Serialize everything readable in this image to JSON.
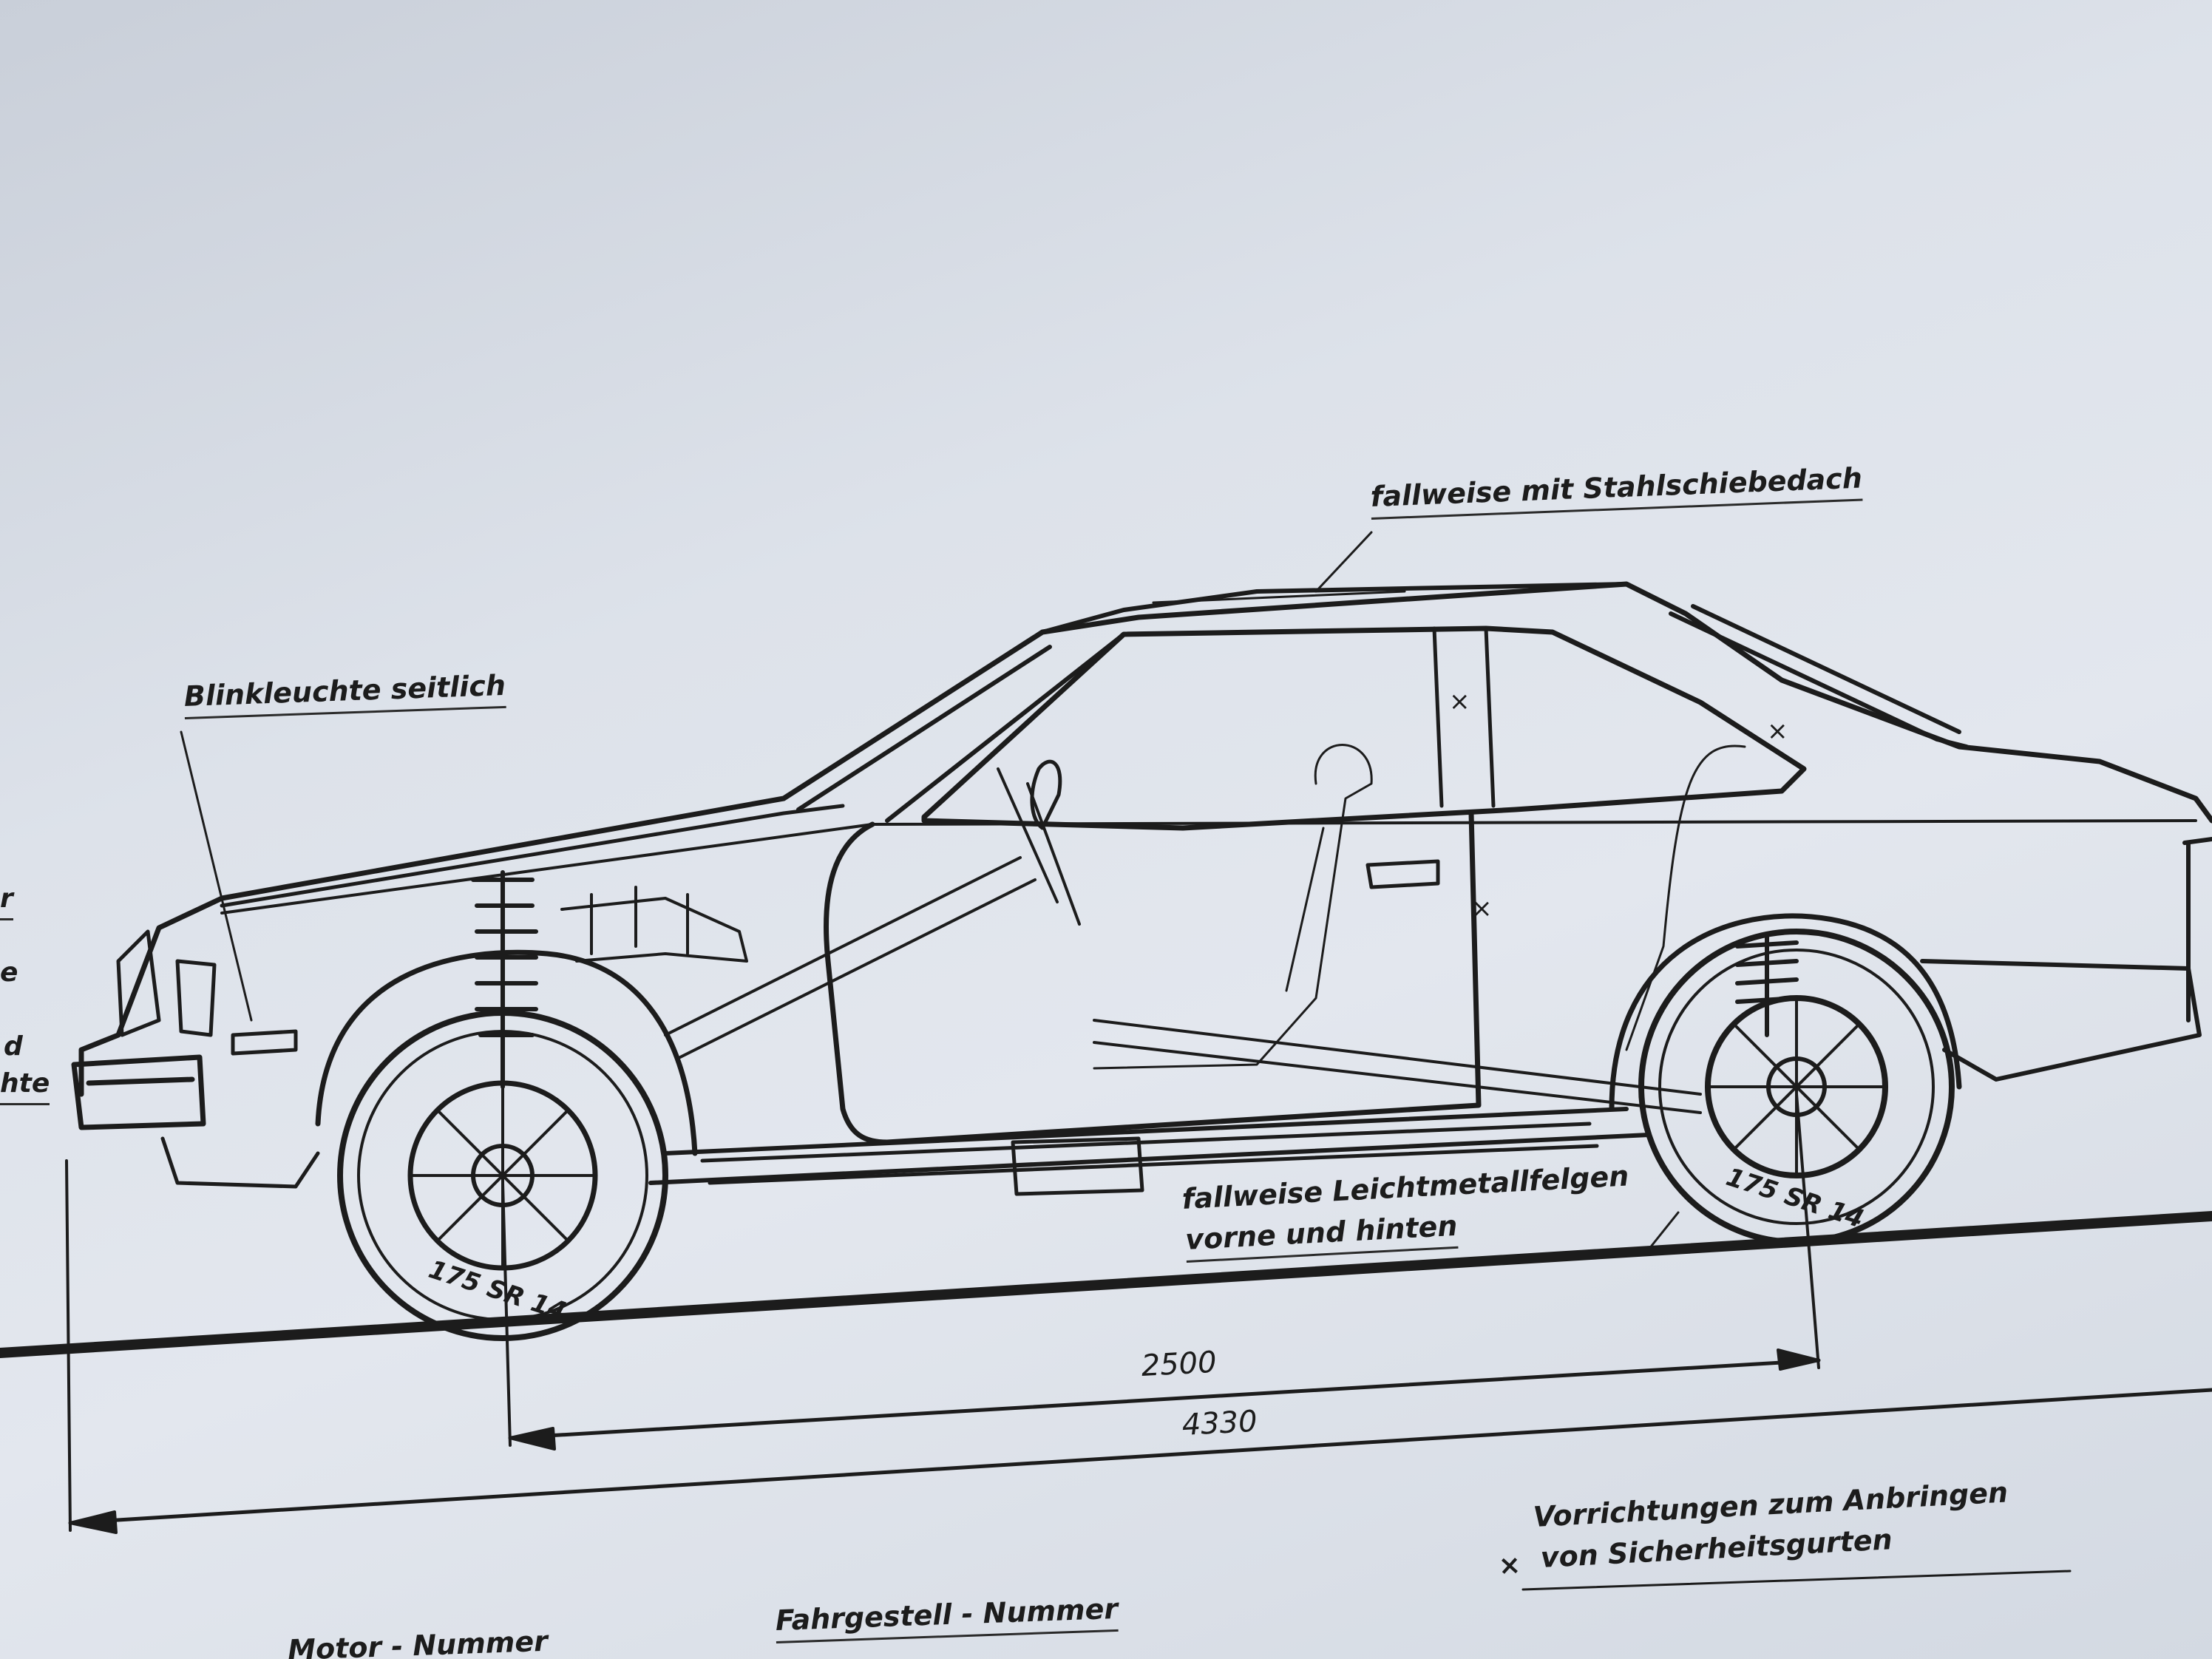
{
  "labels": {
    "sunroof": "fallweise mit Stahlschiebedach",
    "side_indicator": "Blinkleuchte seitlich",
    "alloy_line1": "fallweise Leichtmetallfelgen",
    "alloy_line2": "vorne und hinten",
    "tire_front": "175 SR 14",
    "tire_rear": "175 SR 14",
    "wheelbase": "2500",
    "overall_length": "4330",
    "belts_line1": "Vorrichtungen zum Anbringen",
    "belts_line2": "von Sicherheitsgurten",
    "belt_marker": "×",
    "chassis_number": "Fahrgestell - Nummer",
    "engine_number": "Motor - Nummer",
    "left_fragment_1": "r",
    "left_fragment_2": "e",
    "left_fragment_3": "d",
    "left_fragment_4": "hte"
  },
  "colors": {
    "ink": "#1c1c1c",
    "paper": "#dde2ea"
  }
}
